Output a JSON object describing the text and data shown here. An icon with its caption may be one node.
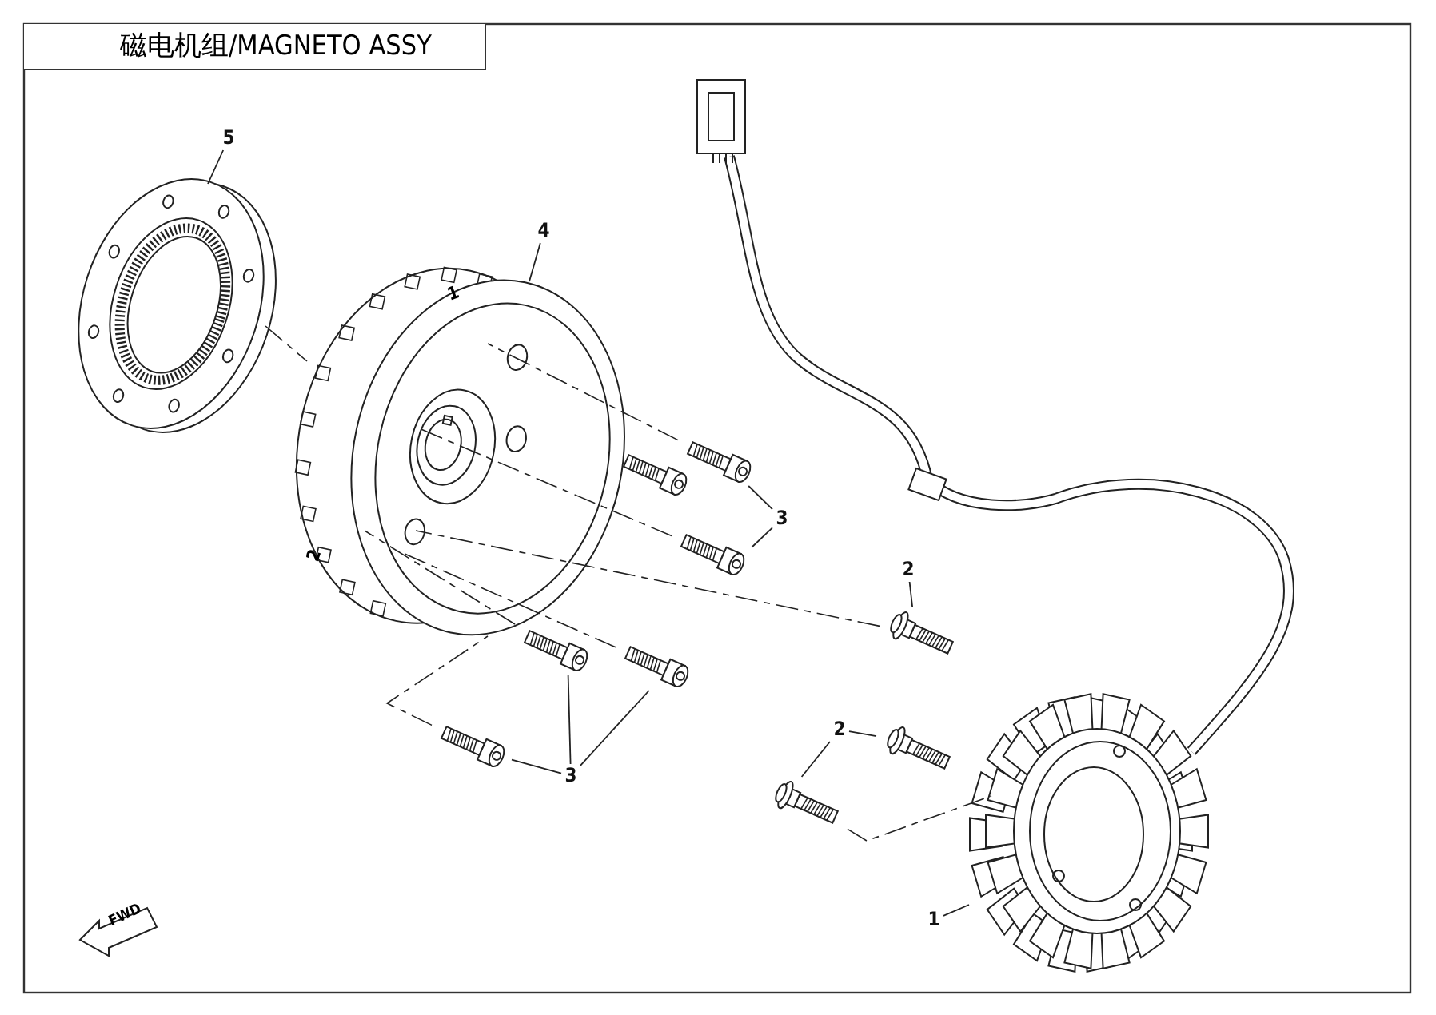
{
  "diagram": {
    "title": "磁电机组/MAGNETO ASSY",
    "nodes": [
      {
        "text": [
          "5"
        ]
      },
      {
        "text": [],
        "shape": "picture"
      },
      {
        "text": [
          "4"
        ]
      },
      {
        "text": [],
        "shape": "picture"
      },
      {
        "text": [
          "3"
        ]
      },
      {
        "text": [],
        "shape": "picture"
      },
      {
        "text": [],
        "shape": "picture"
      },
      {
        "text": [
          "3"
        ]
      },
      {
        "text": [],
        "shape": "picture"
      },
      {
        "text": [],
        "shape": "picture"
      },
      {
        "text": [],
        "shape": "picture"
      },
      {
        "text": [
          "2"
        ]
      },
      {
        "text": [],
        "shape": "picture"
      },
      {
        "text": [
          "2"
        ]
      },
      {
        "text": [],
        "shape": "picture"
      },
      {
        "text": [],
        "shape": "picture"
      },
      {
        "text": [
          "1"
        ]
      },
      {
        "text": [],
        "shape": "picture"
      }
    ],
    "edges": [
      {
        "from": 0,
        "to": 1,
        "arrow": "none"
      },
      {
        "from": 2,
        "to": 3,
        "arrow": "none"
      },
      {
        "from": 4,
        "to": 5,
        "arrow": "none"
      },
      {
        "from": 4,
        "to": 6,
        "arrow": "none"
      },
      {
        "from": 7,
        "to": 8,
        "arrow": "none"
      },
      {
        "from": 7,
        "to": 9,
        "arrow": "none"
      },
      {
        "from": 7,
        "to": 10,
        "arrow": "none"
      },
      {
        "from": 11,
        "to": 12,
        "arrow": "none"
      },
      {
        "from": 13,
        "to": 14,
        "arrow": "none"
      },
      {
        "from": 13,
        "to": 15,
        "arrow": "none"
      },
      {
        "from": 16,
        "to": 17,
        "arrow": "none"
      },
      {
        "from": 1,
        "to": 3,
        "arrow": "none",
        "style": "dashed"
      },
      {
        "from": 5,
        "to": 3,
        "arrow": "none",
        "style": "dashed"
      },
      {
        "from": 6,
        "to": 3,
        "arrow": "none",
        "style": "dashed"
      },
      {
        "from": 8,
        "to": 3,
        "arrow": "none",
        "style": "dashed"
      },
      {
        "from": 9,
        "to": 3,
        "arrow": "none",
        "style": "dashed"
      },
      {
        "from": 10,
        "to": 3,
        "arrow": "none",
        "style": "dashed"
      },
      {
        "from": 12,
        "to": 3,
        "arrow": "none",
        "style": "dashed"
      },
      {
        "from": 15,
        "to": 17,
        "arrow": "none",
        "style": "dashed"
      }
    ],
    "labels": [
      "1",
      "2",
      "FWD"
    ]
  }
}
